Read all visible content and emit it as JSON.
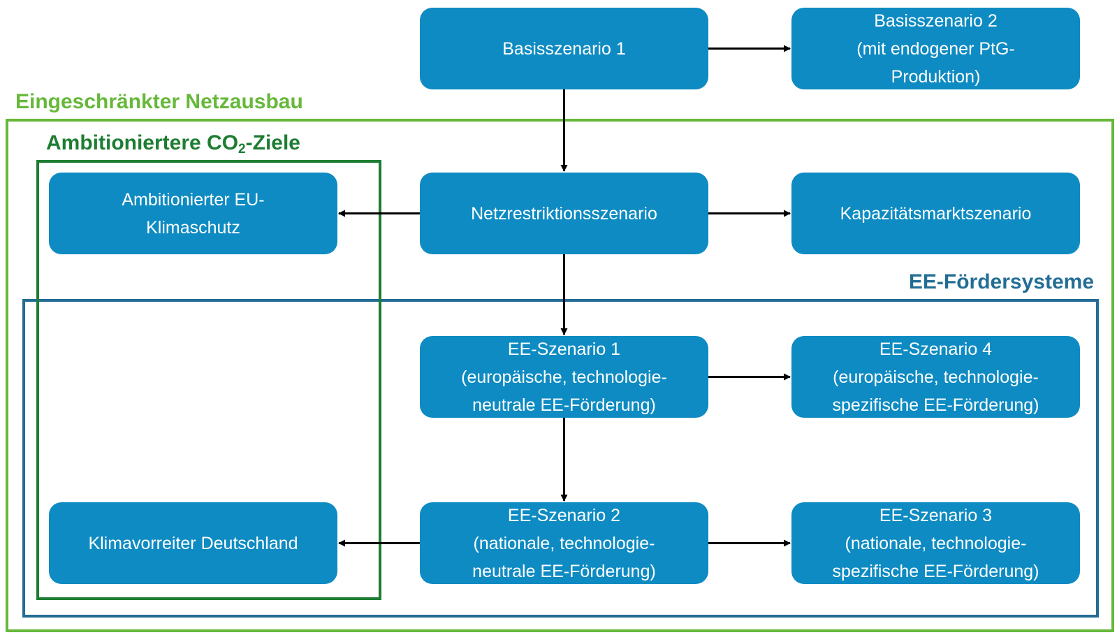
{
  "groups": {
    "netzausbau": {
      "label": "Eingeschränkter Netzausbau",
      "color": "#66b83a"
    },
    "co2": {
      "label_main": "Ambitioniertere CO",
      "label_sub": "2",
      "label_end": "-Ziele",
      "color": "#1d7d32"
    },
    "ee": {
      "label": "EE-Fördersysteme",
      "color": "#236d95"
    }
  },
  "nodes": {
    "basis1": "Basisszenario 1",
    "basis2": "Basisszenario 2\n(mit endogener PtG-\nProduktion)",
    "netz": "Netzrestriktionsszenario",
    "kapazitaet": "Kapazitätsmarktszenario",
    "eu_klima": "Ambitionierter EU-\nKlimaschutz",
    "ee1": "EE-Szenario 1\n(europäische, technologie-\nneutrale EE-Förderung)",
    "ee4": "EE-Szenario 4\n(europäische, technologie-\nspezifische EE-Förderung)",
    "ee2": "EE-Szenario 2\n(nationale, technologie-\nneutrale EE-Förderung)",
    "ee3": "EE-Szenario 3\n(nationale, technologie-\nspezifische EE-Förderung)",
    "klimavorreiter": "Klimavorreiter Deutschland"
  },
  "colors": {
    "node_fill": "#0e8bc2",
    "node_text": "#ffffff",
    "arrow": "#000000"
  },
  "edges": [
    [
      "basis1",
      "basis2"
    ],
    [
      "basis1",
      "netz"
    ],
    [
      "netz",
      "eu_klima"
    ],
    [
      "netz",
      "kapazitaet"
    ],
    [
      "netz",
      "ee1"
    ],
    [
      "ee1",
      "ee4"
    ],
    [
      "ee1",
      "ee2"
    ],
    [
      "ee2",
      "klimavorreiter"
    ],
    [
      "ee2",
      "ee3"
    ]
  ]
}
